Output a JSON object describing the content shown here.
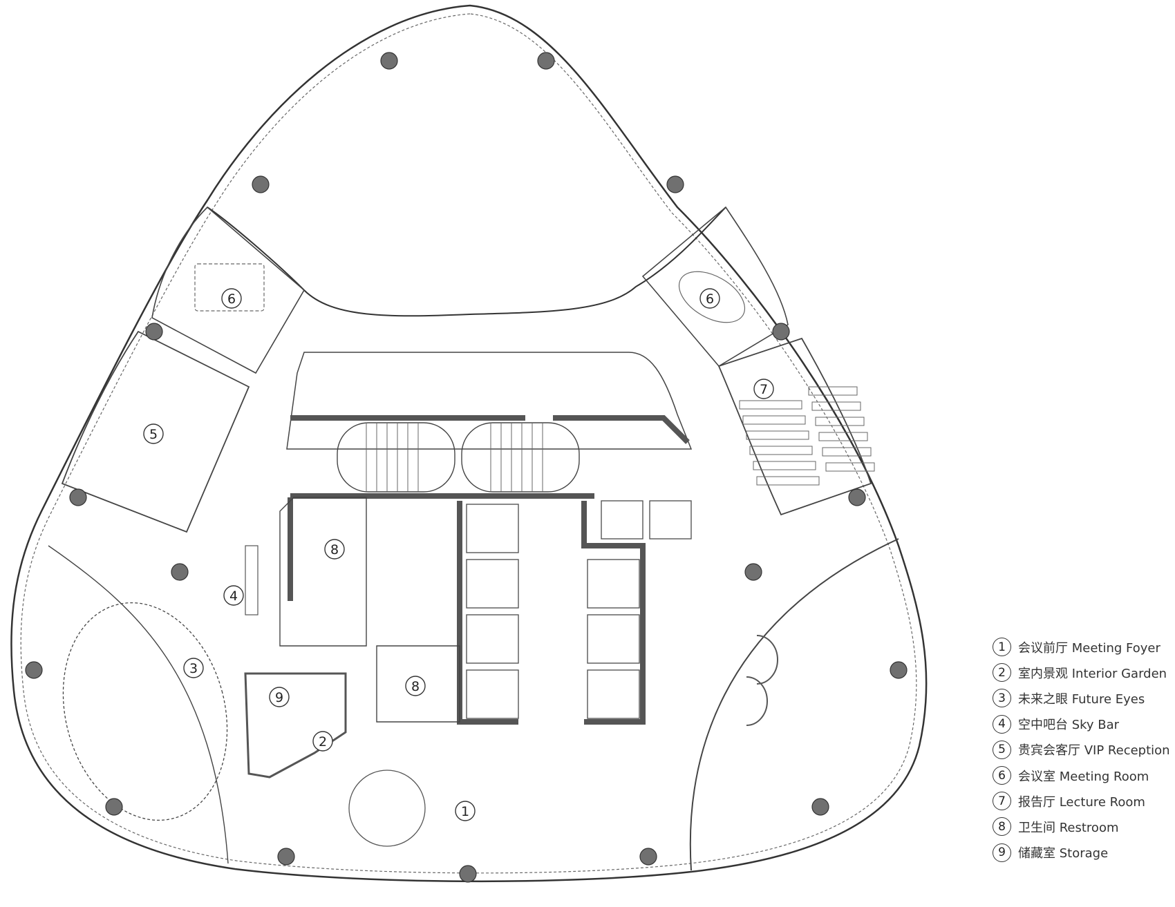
{
  "plan_labels": [
    {
      "num": "1"
    },
    {
      "num": "2"
    },
    {
      "num": "3"
    },
    {
      "num": "4"
    },
    {
      "num": "5"
    },
    {
      "num": "6"
    },
    {
      "num": "6"
    },
    {
      "num": "7"
    },
    {
      "num": "8"
    },
    {
      "num": "8"
    },
    {
      "num": "9"
    }
  ],
  "legend": [
    {
      "num": "1",
      "label": "会议前厅 Meeting Foyer"
    },
    {
      "num": "2",
      "label": "室内景观 Interior Garden"
    },
    {
      "num": "3",
      "label": "未来之眼 Future Eyes"
    },
    {
      "num": "4",
      "label": "空中吧台 Sky Bar"
    },
    {
      "num": "5",
      "label": "贵宾会客厅 VIP Reception"
    },
    {
      "num": "6",
      "label": "会议室 Meeting Room"
    },
    {
      "num": "7",
      "label": "报告厅 Lecture Room"
    },
    {
      "num": "8",
      "label": "卫生间 Restroom"
    },
    {
      "num": "9",
      "label": "储藏室 Storage"
    }
  ],
  "colors": {
    "line": "#333333",
    "wall": "#555555",
    "column": "#707070",
    "background": "#ffffff"
  }
}
